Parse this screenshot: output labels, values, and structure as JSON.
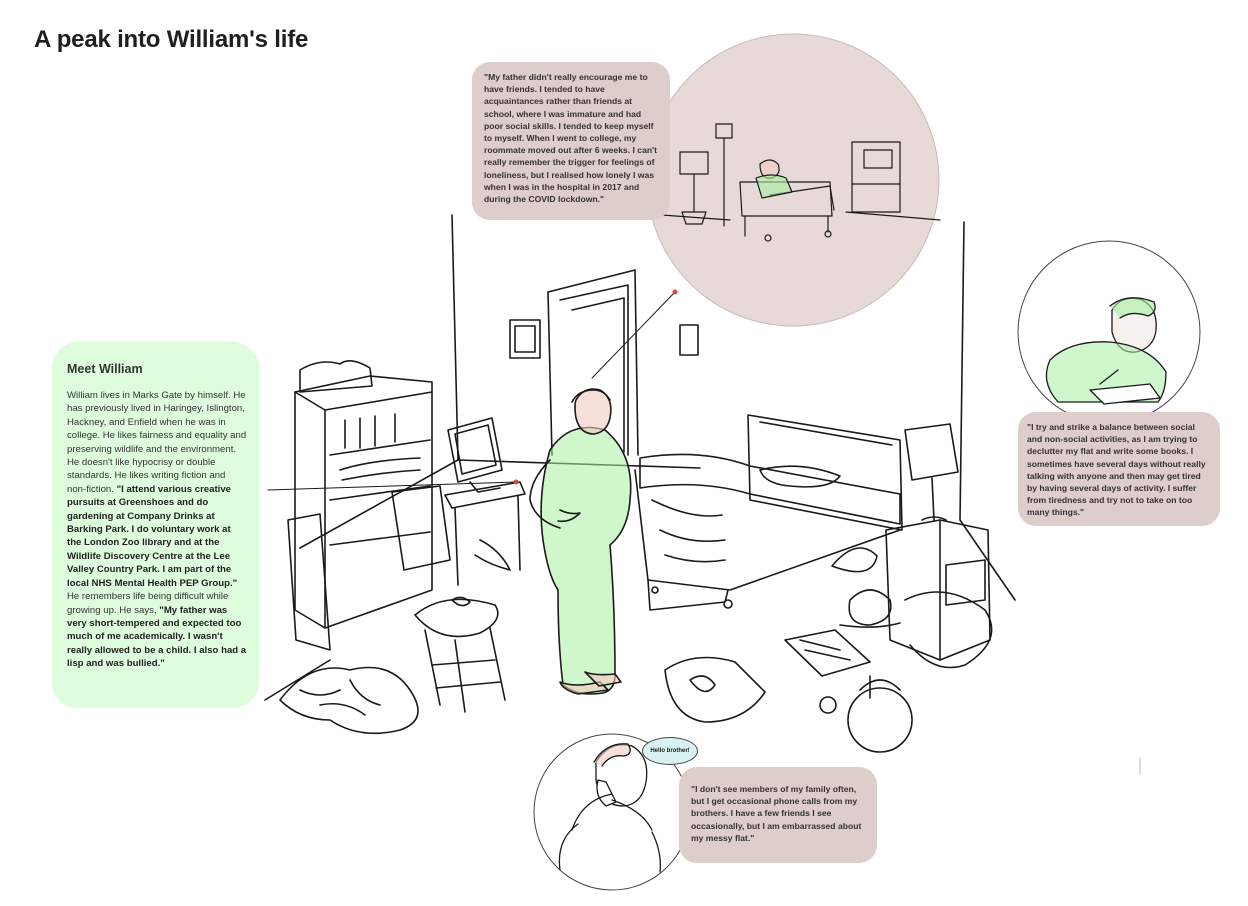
{
  "page": {
    "title": "A peak into William's life"
  },
  "meet_card": {
    "heading": "Meet William",
    "intro": "William lives in Marks Gate by himself. He has previously lived in Haringey, Islington, Hackney, and Enfield when he was in college. He likes fairness and equality and preserving wildlife and the environment. He doesn't like hypocrisy or double standards. He likes writing fiction and non-fiction.",
    "quote_activities": "\"I attend various creative pursuits at Greenshoes and do gardening at Company Drinks at Barking Park. I do voluntary work at the London Zoo library and at the Wildlife Discovery Centre at the Lee Valley Country Park. I am part of the local NHS Mental Health PEP Group.\"",
    "middle": "He remembers life being difficult while growing up. He says,",
    "quote_childhood": "\"My father was very short-tempered and expected too much of me academically. I wasn't really allowed to be a child. I also had a lisp and was bullied.\""
  },
  "quotes": {
    "loneliness": "\"My father didn't really encourage me to have friends. I tended to have acquaintances rather than friends at school, where I was immature and had poor social skills. I tended to keep myself to myself. When I went to college, my roommate moved out after 6 weeks. I can't really remember the trigger for feelings of loneliness, but I realised how lonely I was when I was in the hospital in 2017 and during the COVID lockdown.\"",
    "balance": "\"I try and strike a balance between social and non-social activities, as I am trying to declutter my flat and write some books. I sometimes have several days without really talking with anyone and then may get tired by having several days of activity. I suffer from tiredness and try not to take on too many things.\"",
    "family": "\"I don't see members of my family often, but I get occasional phone calls from my brothers. I have a few friends I see occasionally, but I am embarrassed about my messy flat.\""
  },
  "phone_bubble": {
    "text": "Hello brother!"
  },
  "colors": {
    "meet_card_bg": "#ddfddc",
    "quote_bg": "#ddcdcb",
    "hospital_circle_bg": "#e7d9d7",
    "figure_green": "#a8f0a0",
    "bubble_bg": "#d9f1f0"
  },
  "illustrations": {
    "scene": "messy-bedroom-illustration",
    "hospital": "hospital-bed-illustration",
    "writing": "man-writing-illustration",
    "phone": "man-on-phone-illustration"
  }
}
